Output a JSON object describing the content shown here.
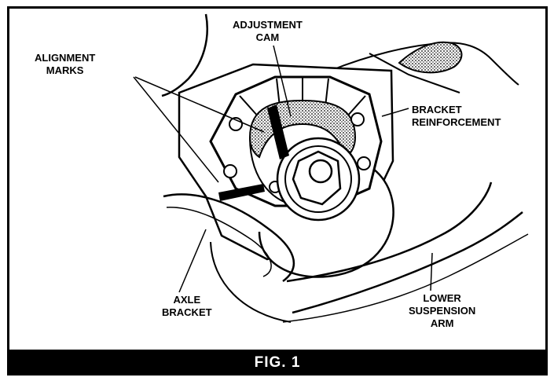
{
  "labels": {
    "adjustment_cam": "ADJUSTMENT\nCAM",
    "alignment_marks": "ALIGNMENT\nMARKS",
    "bracket_reinforcement": "BRACKET\nREINFORCEMENT",
    "axle_bracket": "AXLE\nBRACKET",
    "lower_suspension_arm": "LOWER\nSUSPENSION\nARM"
  },
  "caption": "FIG. 1"
}
